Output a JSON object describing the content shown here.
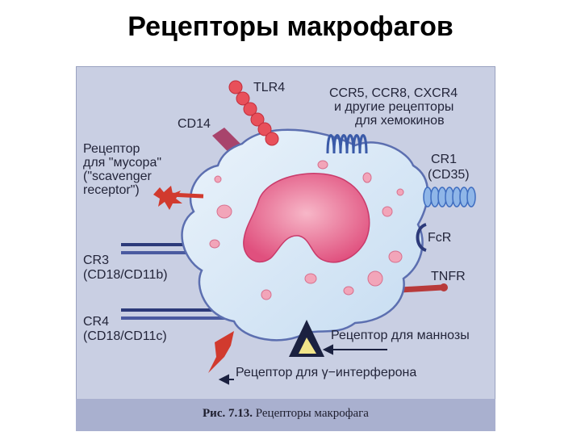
{
  "title": "Рецепторы макрофагов",
  "labels": {
    "tlr4": "TLR4",
    "cd14": "CD14",
    "chemokine_1": "CCR5, CCR8, CXCR4",
    "chemokine_2": "и другие рецепторы",
    "chemokine_3": "для хемокинов",
    "scav_1": "Рецептор",
    "scav_2": "для \"мусора\"",
    "scav_3": "(\"scavenger",
    "scav_4": "receptor\")",
    "cr1_1": "CR1",
    "cr1_2": "(CD35)",
    "fcr": "FcR",
    "cr3_1": "CR3",
    "cr3_2": "(CD18/CD11b)",
    "tnfr": "TNFR",
    "cr4_1": "CR4",
    "cr4_2": "(CD18/CD11c)",
    "mannose": "Рецептор для маннозы",
    "ifn": "Рецептор для γ−интерферона"
  },
  "caption": {
    "prefix": "Рис. 7.13.",
    "text": " Рецепторы макрофага"
  },
  "colors": {
    "cell": "#d8e8f7",
    "nucleus": "#e8608a",
    "receptor_pink": "#e06a7a",
    "receptor_blue": "#4a7fd0",
    "receptor_navy": "#2c3a7a",
    "tnfr": "#b83a3a"
  }
}
